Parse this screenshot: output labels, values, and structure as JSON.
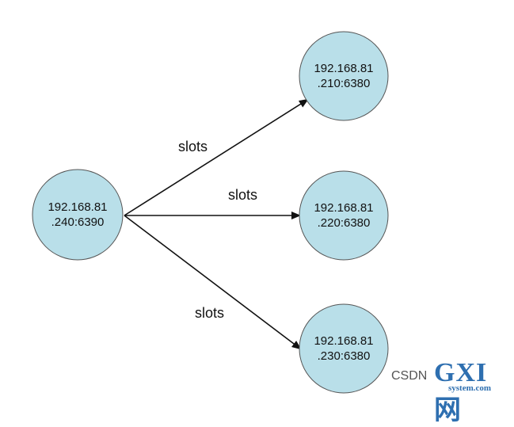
{
  "diagram": {
    "source": {
      "line1": "192.168.81",
      "line2": ".240:6390"
    },
    "targets": [
      {
        "line1": "192.168.81",
        "line2": ".210:6380"
      },
      {
        "line1": "192.168.81",
        "line2": ".220:6380"
      },
      {
        "line1": "192.168.81",
        "line2": ".230:6380"
      }
    ],
    "edge_labels": [
      "slots",
      "slots",
      "slots"
    ],
    "node_fill": "#b9dfe9",
    "node_stroke": "#555555",
    "edge_color": "#111111"
  },
  "watermark": {
    "csdn": "CSDN",
    "logo": "GXI网",
    "site": "system.com"
  }
}
